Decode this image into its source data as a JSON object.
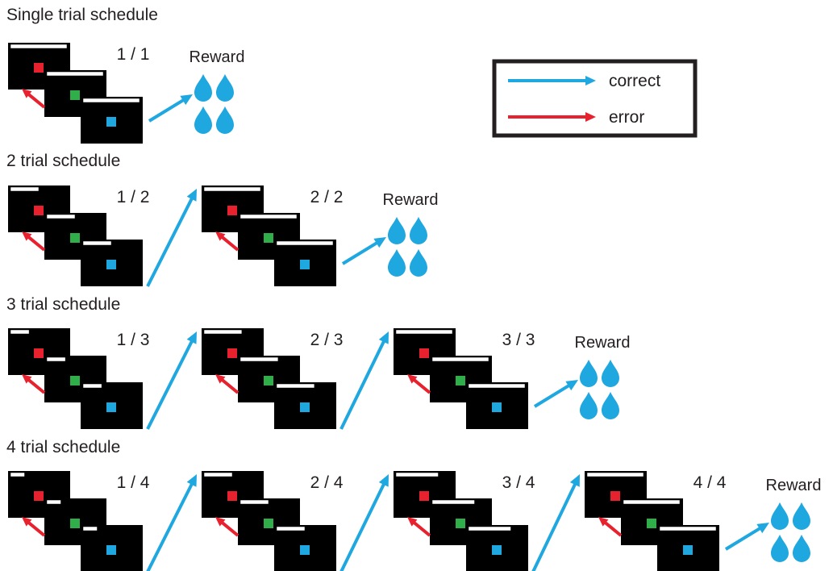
{
  "colors": {
    "correct": "#1fa7e0",
    "error": "#e8212e",
    "screen": "#000000",
    "red_square": "#e8212e",
    "green_square": "#2fae4a",
    "blue_square": "#1fa7e0",
    "drop": "#1fa7e0",
    "text": "#231f20"
  },
  "legend": {
    "items": [
      {
        "label": "correct",
        "color": "#1fa7e0"
      },
      {
        "label": "error",
        "color": "#e8212e"
      }
    ]
  },
  "reward_label": "Reward",
  "rows": [
    {
      "title": "Single trial schedule",
      "trials": [
        {
          "counter": "1 / 1",
          "progress": 1.0
        }
      ]
    },
    {
      "title": "2 trial schedule",
      "trials": [
        {
          "counter": "1 / 2",
          "progress": 0.5
        },
        {
          "counter": "2 / 2",
          "progress": 1.0
        }
      ]
    },
    {
      "title": "3 trial schedule",
      "trials": [
        {
          "counter": "1 / 3",
          "progress": 0.33
        },
        {
          "counter": "2 / 3",
          "progress": 0.67
        },
        {
          "counter": "3 / 3",
          "progress": 1.0
        }
      ]
    },
    {
      "title": "4 trial schedule",
      "trials": [
        {
          "counter": "1 / 4",
          "progress": 0.25
        },
        {
          "counter": "2 / 4",
          "progress": 0.5
        },
        {
          "counter": "3 / 4",
          "progress": 0.75
        },
        {
          "counter": "4 / 4",
          "progress": 1.0
        }
      ]
    }
  ]
}
